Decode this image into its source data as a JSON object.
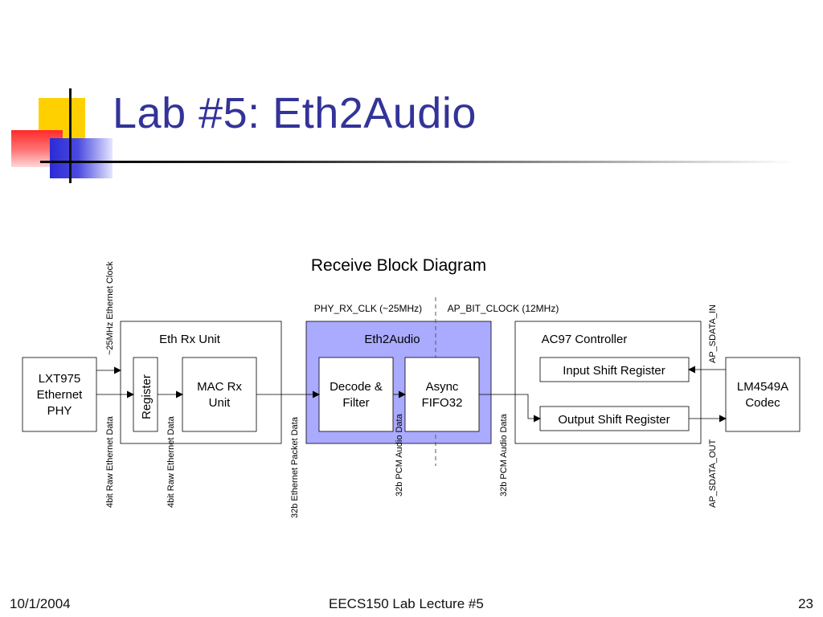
{
  "slide": {
    "title": "Lab #5: Eth2Audio"
  },
  "diagram": {
    "title": "Receive Block Diagram",
    "clock_labels": {
      "ethernet_clock": "~25MHz Ethernet Clock",
      "phy_rx_clk": "PHY_RX_CLK (~25MHz)",
      "ap_bit_clock": "AP_BIT_CLOCK (12MHz)"
    },
    "blocks": {
      "lxt975": {
        "line1": "LXT975",
        "line2": "Ethernet",
        "line3": "PHY"
      },
      "eth_rx_unit": {
        "label": "Eth Rx Unit"
      },
      "register": {
        "label": "Register"
      },
      "mac_rx": {
        "line1": "MAC Rx",
        "line2": "Unit"
      },
      "eth2audio": {
        "label": "Eth2Audio"
      },
      "decode": {
        "line1": "Decode &",
        "line2": "Filter"
      },
      "fifo": {
        "line1": "Async",
        "line2": "FIFO32"
      },
      "ac97": {
        "label": "AC97 Controller"
      },
      "input_shift": {
        "label": "Input Shift Register"
      },
      "output_shift": {
        "label": "Output Shift Register"
      },
      "lm4549a": {
        "line1": "LM4549A",
        "line2": "Codec"
      }
    },
    "signal_labels": {
      "raw_eth_1": "4bit Raw Ethernet Data",
      "raw_eth_2": "4bit Raw Ethernet Data",
      "packet_data": "32b Ethernet Packet Data",
      "pcm_1": "32b PCM Audio Data",
      "pcm_2": "32b PCM Audio Data",
      "sdata_in": "AP_SDATA_IN",
      "sdata_out": "AP_SDATA_OUT"
    }
  },
  "footer": {
    "date": "10/1/2004",
    "course": "EECS150 Lab Lecture #5",
    "page": "23"
  },
  "colors": {
    "title": "#333399",
    "eth2audio_fill": "#aaaaff",
    "line": "#000000"
  }
}
